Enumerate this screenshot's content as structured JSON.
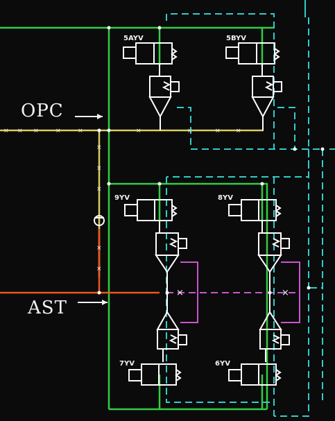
{
  "labels": {
    "opc": "OPC",
    "ast": "AST",
    "valve_5ayv": "5AYV",
    "valve_5byv": "5BYV",
    "valve_9yv": "9YV",
    "valve_8yv": "8YV",
    "valve_7yv": "7YV",
    "valve_6yv": "6YV"
  },
  "colors": {
    "background": "#0b0b0b",
    "line_white": "#ffffff",
    "line_green": "#33cc44",
    "line_yellow": "#d8d060",
    "line_orange": "#ee5522",
    "line_cyan": "#33cccc",
    "line_magenta": "#cc55cc"
  }
}
